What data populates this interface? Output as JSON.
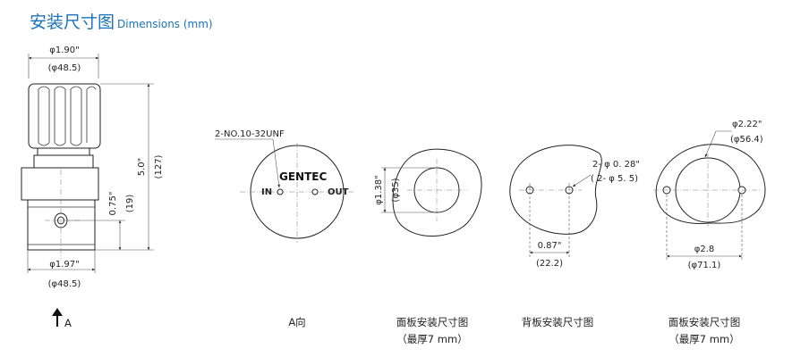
{
  "header": {
    "title_cn": "安装尺寸图",
    "title_en": "Dimensions (mm)"
  },
  "side_view": {
    "top_dia_in": "φ1.90\"",
    "top_dia_mm": "(φ48.5)",
    "height_in": "5.0\"",
    "height_mm": "(127)",
    "port_h_in": "0.75\"",
    "port_h_mm": "(19)",
    "bottom_dia_in": "φ1.97\"",
    "bottom_dia_mm": "(φ48.5)",
    "arrow_label": "A"
  },
  "view_a": {
    "thread": "2-NO.10-32UNF",
    "brand": "GENTEC",
    "inlet": "IN",
    "outlet": "OUT",
    "caption": "A向"
  },
  "panel_1": {
    "dia_in": "φ1.38\"",
    "dia_mm": "(φ35)",
    "caption_line1": "面板安装尺寸图",
    "caption_line2": "（最厚7 mm）"
  },
  "back_panel": {
    "holes_in": "2- φ 0. 28\"",
    "holes_mm": "( 2- φ 5. 5)",
    "spacing_in": "0.87\"",
    "spacing_mm": "(22.2)",
    "caption": "背板安装尺寸图"
  },
  "panel_2": {
    "dia_in": "φ2.22\"",
    "dia_mm": "(φ56.4)",
    "spacing_in": "φ2.8",
    "spacing_mm": "(φ71.1)",
    "caption_line1": "面板安装尺寸图",
    "caption_line2": "（最厚7 mm）"
  }
}
